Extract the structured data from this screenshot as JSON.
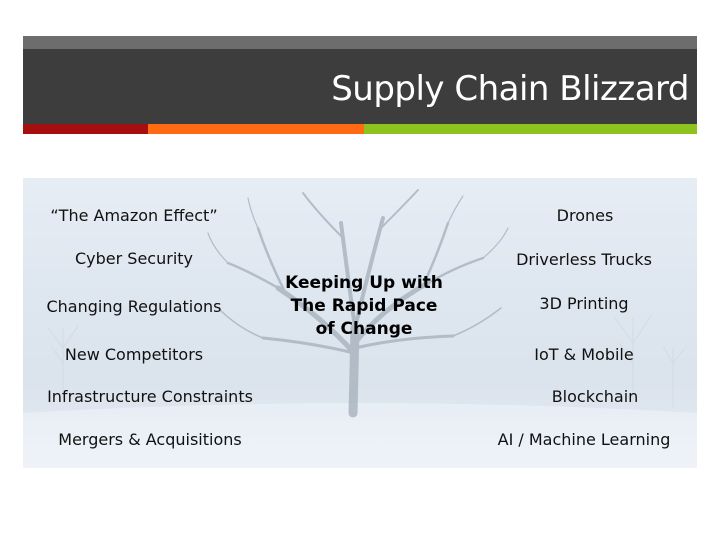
{
  "slide": {
    "title": "Supply Chain Blizzard",
    "center_lines": [
      "Keeping Up with",
      "The Rapid Pace",
      "of Change"
    ],
    "left_items": [
      "“The Amazon Effect”",
      "Cyber Security",
      "Changing Regulations",
      "New Competitors",
      "Infrastructure Constraints",
      "Mergers & Acquisitions"
    ],
    "right_items": [
      "Drones",
      "Driverless Trucks",
      "3D Printing",
      "IoT & Mobile",
      "Blockchain",
      "AI / Machine Learning"
    ]
  },
  "colors": {
    "title_bar": "#3d3d3d",
    "top_band": "#6d6d6d",
    "accent_red": "#a50f0f",
    "accent_orange": "#ff6a13",
    "accent_green": "#8dc21f"
  },
  "icons": {
    "background_image": "snowy-tree-icon"
  }
}
